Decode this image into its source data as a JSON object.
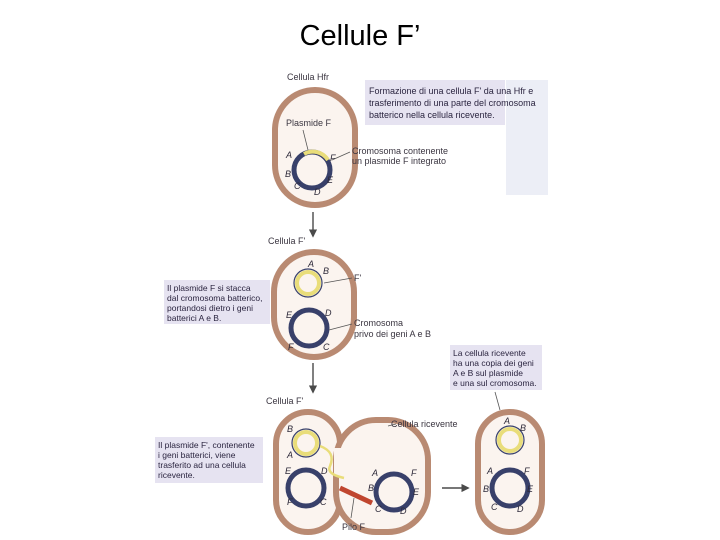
{
  "slide": {
    "title": "Cellule F’"
  },
  "figure": {
    "cell_labels": {
      "hfr": "Cellula Hfr",
      "fprime_1": "Cellula F'",
      "fprime_2": "Cellula F'",
      "recipient": "Cellula ricevente"
    },
    "labels": {
      "plasmid_f": "Plasmide F",
      "chromosome_line1": "Cromosoma contenente",
      "chromosome_line2": "un plasmide F integrato",
      "fprime": "F'",
      "chrom_without_line1": "Cromosoma",
      "chrom_without_line2": "privo dei geni A e B",
      "pilus": "Pilo F"
    },
    "notes": {
      "top": [
        "Formazione di una cellula F' da una Hfr e",
        "trasferimento di una parte del cromosoma",
        "batterico nella cellula ricevente."
      ],
      "detach": [
        "Il plasmide F si stacca",
        "dal cromosoma batterico,",
        "portandosi dietro i geni",
        "batterici A e B."
      ],
      "recipient_note": [
        "La cellula ricevente",
        "ha una copia dei geni",
        "A e B sul plasmide",
        "e una sul cromosoma."
      ],
      "transfer": [
        "Il plasmide F', contenente",
        "i geni batterici, viene",
        "trasferito ad una cellula",
        "ricevente."
      ]
    },
    "genes": {
      "A": "A",
      "B": "B",
      "C": "C",
      "D": "D",
      "E": "E",
      "F": "F"
    },
    "colors": {
      "cell_wall": "#b98a72",
      "cytoplasm": "#fbf4ef",
      "chromosome": "#38406a",
      "plasmid": "#e9dd7a",
      "note_box": "#e6e3f1",
      "pilus": "#c0462f",
      "side_tint": "#eceef6"
    }
  }
}
